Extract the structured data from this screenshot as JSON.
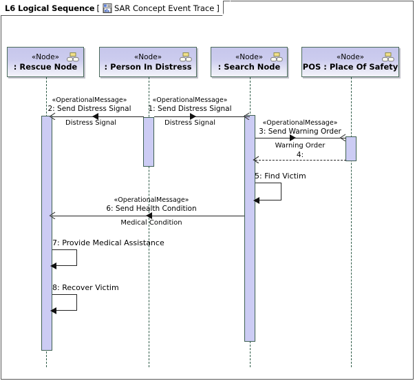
{
  "frame": {
    "title": "L6 Logical Sequence",
    "bracket_open": "[",
    "bracket_close": "]",
    "subtitle": "SAR Concept Event Trace",
    "icon": "diagram-document-icon"
  },
  "lifelines": [
    {
      "id": "rescue",
      "stereotype": "«Node»",
      "name": ": Rescue Node",
      "icon": "node-icon"
    },
    {
      "id": "distress",
      "stereotype": "«Node»",
      "name": ": Person In Distress",
      "icon": "node-icon"
    },
    {
      "id": "search",
      "stereotype": "«Node»",
      "name": ": Search Node",
      "icon": "node-icon"
    },
    {
      "id": "pos",
      "stereotype": "«Node»",
      "name": "POS : Place Of Safety",
      "icon": "node-icon"
    }
  ],
  "messages": [
    {
      "seq": "1",
      "stereotype": "«OperationalMessage»",
      "label": "1: Send Distress Signal",
      "signal": "Distress Signal",
      "from": "distress",
      "to": "search",
      "kind": "call",
      "direction": "right"
    },
    {
      "seq": "2",
      "stereotype": "«OperationalMessage»",
      "label": "2: Send Distress Signal",
      "signal": "Distress Signal",
      "from": "distress",
      "to": "rescue",
      "kind": "call",
      "direction": "left"
    },
    {
      "seq": "3",
      "stereotype": "«OperationalMessage»",
      "label": "3: Send Warning Order",
      "signal": "Warning Order",
      "from": "search",
      "to": "pos",
      "kind": "call",
      "direction": "right"
    },
    {
      "seq": "4",
      "stereotype": "",
      "label": "4:",
      "signal": "",
      "from": "pos",
      "to": "search",
      "kind": "return",
      "direction": "left"
    },
    {
      "seq": "5",
      "stereotype": "",
      "label": "5: Find Victim",
      "signal": "",
      "from": "search",
      "to": "search",
      "kind": "self",
      "direction": "self"
    },
    {
      "seq": "6",
      "stereotype": "«OperationalMessage»",
      "label": "6: Send Health Condition",
      "signal": "Medical Condition",
      "from": "search",
      "to": "rescue",
      "kind": "call",
      "direction": "left"
    },
    {
      "seq": "7",
      "stereotype": "",
      "label": "7: Provide Medical Assistance",
      "signal": "",
      "from": "rescue",
      "to": "rescue",
      "kind": "self",
      "direction": "self"
    },
    {
      "seq": "8",
      "stereotype": "",
      "label": "8: Recover Victim",
      "signal": "",
      "from": "rescue",
      "to": "rescue",
      "kind": "self",
      "direction": "self"
    }
  ],
  "colors": {
    "head_fill_top": "#c6c6ec",
    "head_fill_bottom": "#f2f2fa",
    "head_border": "#4a6a5a",
    "activation_fill": "#ccccf4",
    "activation_border": "#3d5f50",
    "lifeline_dash": "#2c5a46",
    "message_line": "#222222",
    "frame_border": "#555555",
    "node_icon_fill": "#f2e08a"
  }
}
